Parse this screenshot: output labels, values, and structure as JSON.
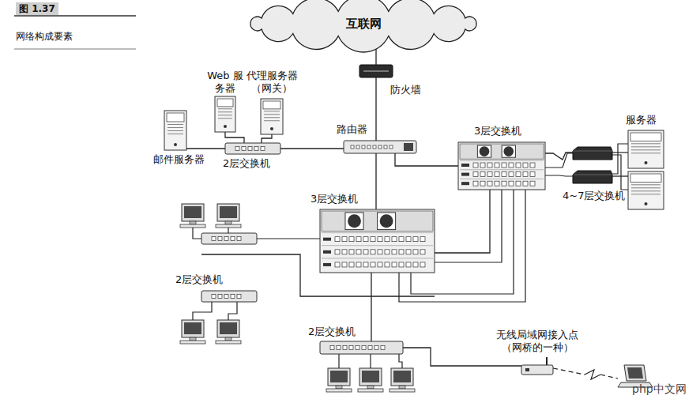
{
  "diagram": {
    "title": "图 1.37",
    "caption": "网络构成要素",
    "nodes": [
      {
        "text": [
          "互联网"
        ]
      },
      {
        "text": [
          "Web 服务器"
        ]
      },
      {
        "text": [
          "代理服务器 （网关）"
        ]
      },
      {
        "text": [
          "防火墙"
        ]
      },
      {
        "text": [
          "邮件服务器"
        ]
      },
      {
        "text": [
          "路由器"
        ]
      },
      {
        "text": [
          "2层交换机"
        ]
      },
      {
        "text": [
          "3层交换机"
        ]
      },
      {
        "text": [
          "服务器"
        ]
      },
      {
        "text": [
          "4~7层交换机"
        ]
      },
      {
        "text": [
          "3层交换机"
        ]
      },
      {
        "text": [
          "2层交换机"
        ]
      },
      {
        "text": [
          "2层交换机"
        ]
      },
      {
        "text": [
          "无线局域网接入点 （网桥的一种）"
        ]
      }
    ],
    "edges": [
      {
        "from": 0,
        "to": 3,
        "arrow": "none"
      },
      {
        "from": 3,
        "to": 5,
        "arrow": "none"
      },
      {
        "from": 5,
        "to": 6,
        "arrow": "none"
      },
      {
        "from": 6,
        "to": 1,
        "arrow": "none"
      },
      {
        "from": 6,
        "to": 2,
        "arrow": "none"
      },
      {
        "from": 6,
        "to": 4,
        "arrow": "none"
      },
      {
        "from": 5,
        "to": 7,
        "arrow": "none"
      },
      {
        "from": 7,
        "to": 9,
        "arrow": "none"
      },
      {
        "from": 9,
        "to": 8,
        "arrow": "none"
      },
      {
        "from": 5,
        "to": 10,
        "arrow": "none"
      },
      {
        "from": 10,
        "to": 11,
        "arrow": "none"
      },
      {
        "from": 10,
        "to": 12,
        "arrow": "none"
      },
      {
        "from": 10,
        "to": 7,
        "arrow": "none"
      },
      {
        "from": 12,
        "to": 13,
        "arrow": "none"
      }
    ],
    "labels": [
      "php中文网"
    ]
  }
}
